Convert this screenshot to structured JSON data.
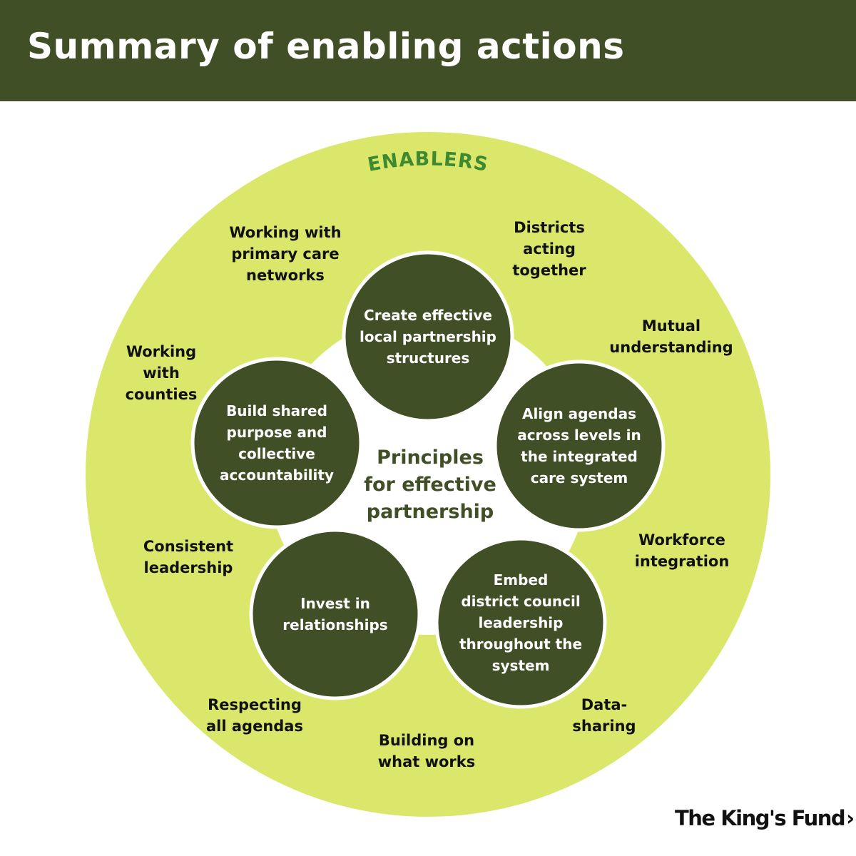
{
  "header": {
    "title": "Summary of enabling actions"
  },
  "diagram": {
    "ring_label": "ENABLERS",
    "center_label": "Principles\nfor effective\npartnership",
    "principles": [
      "Create effective\nlocal partnership\nstructures",
      "Align agendas\nacross levels in\nthe integrated\ncare system",
      "Embed\ndistrict council\nleadership\nthroughout the\nsystem",
      "Invest in\nrelationships",
      "Build shared\npurpose and\ncollective\naccountability"
    ],
    "enablers": [
      "Working with\nprimary care\nnetworks",
      "Districts\nacting\ntogether",
      "Mutual\nunderstanding",
      "Working\nwith\ncounties",
      "Consistent\nleadership",
      "Workforce\nintegration",
      "Respecting\nall agendas",
      "Data-\nsharing",
      "Building on\nwhat works"
    ]
  },
  "logo": {
    "text": "The King's Fund",
    "glyph": "chevron-right"
  },
  "colors": {
    "header_bg": "#404f25",
    "outer_ring": "#dbe76a",
    "principle_circle": "#404f25",
    "ring_label": "#3f8a30",
    "center_text": "#404f25"
  }
}
